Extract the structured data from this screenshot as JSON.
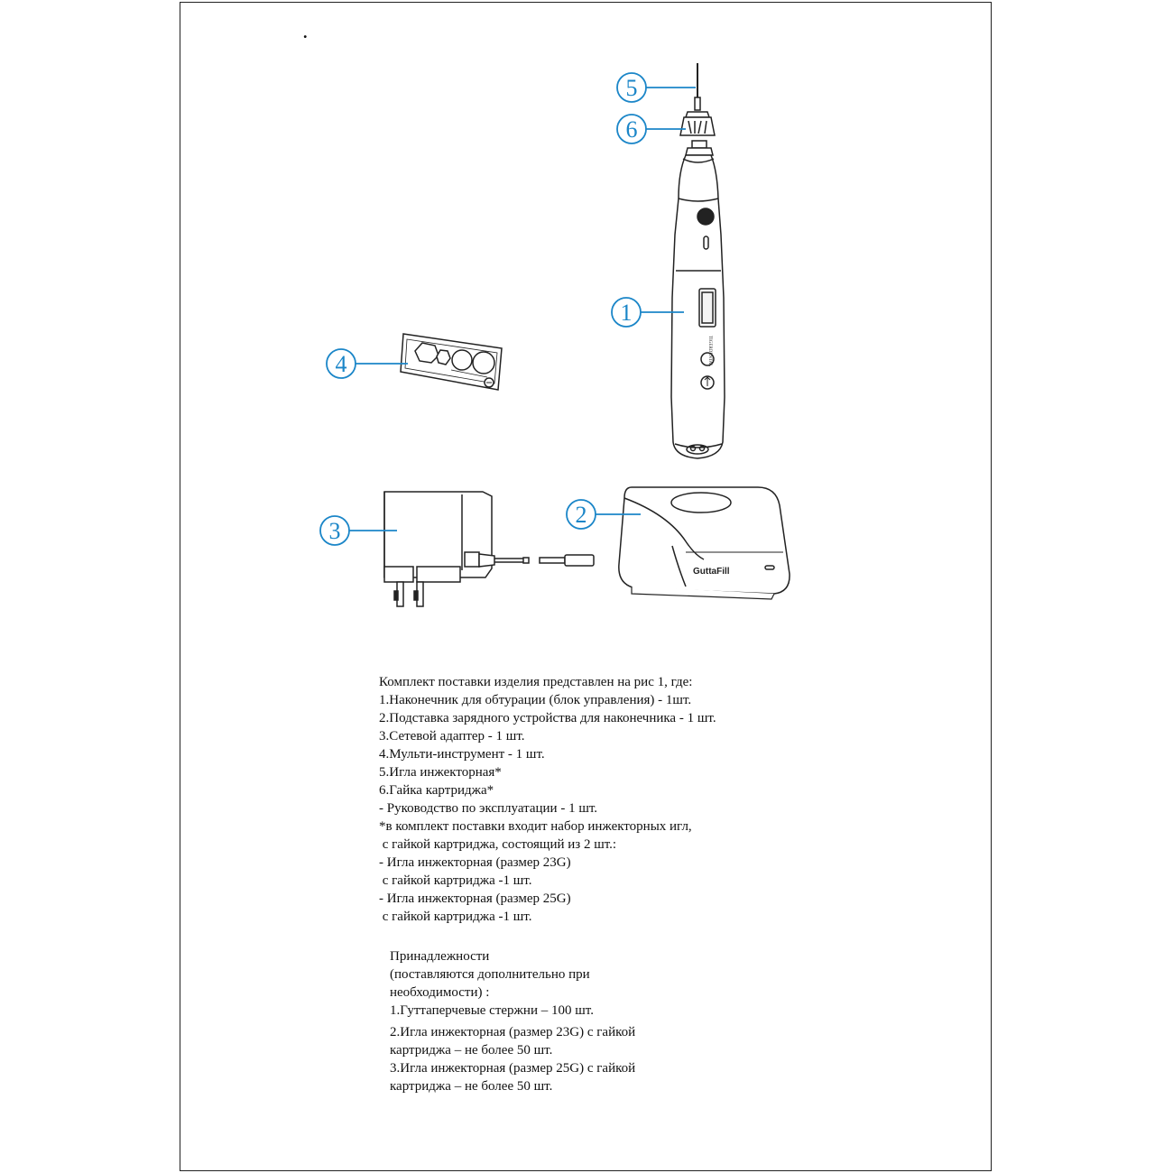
{
  "header_mark": ".",
  "figure": {
    "callouts": [
      "1",
      "2",
      "3",
      "4",
      "5",
      "6"
    ],
    "device_brand": "GuttaFill",
    "device_logo": "TIGERDENTAL",
    "colors": {
      "callout": "#1b86c8",
      "outline": "#222222"
    }
  },
  "kit": {
    "intro": "Комплект поставки изделия представлен на рис 1, где:",
    "items": [
      "1.Наконечник для обтурации (блок управления) - 1шт.",
      "2.Подставка зарядного устройства для наконечника - 1 шт.",
      "3.Сетевой адаптер - 1 шт.",
      "4.Мульти-инструмент - 1 шт.",
      "5.Игла инжекторная*",
      "6.Гайка картриджа*",
      "- Руководство по эксплуатации - 1 шт.",
      "*в комплект поставки входит набор инжекторных игл,",
      " с гайкой картриджа, состоящий из 2 шт.:",
      "- Игла инжекторная (размер 23G)",
      " с гайкой картриджа -1 шт.",
      "- Игла инжекторная (размер 25G)",
      " с гайкой картриджа -1 шт."
    ]
  },
  "accessories": {
    "title": "Принадлежности",
    "subtitle_1": "(поставляются дополнительно при",
    "subtitle_2": "необходимости) :",
    "items": [
      "1.Гуттаперчевые стержни – 100 шт.",
      "2.Игла инжекторная (размер 23G) с гайкой",
      "картриджа – не более 50 шт.",
      "3.Игла инжекторная (размер 25G) с гайкой",
      "картриджа – не более 50 шт."
    ]
  }
}
